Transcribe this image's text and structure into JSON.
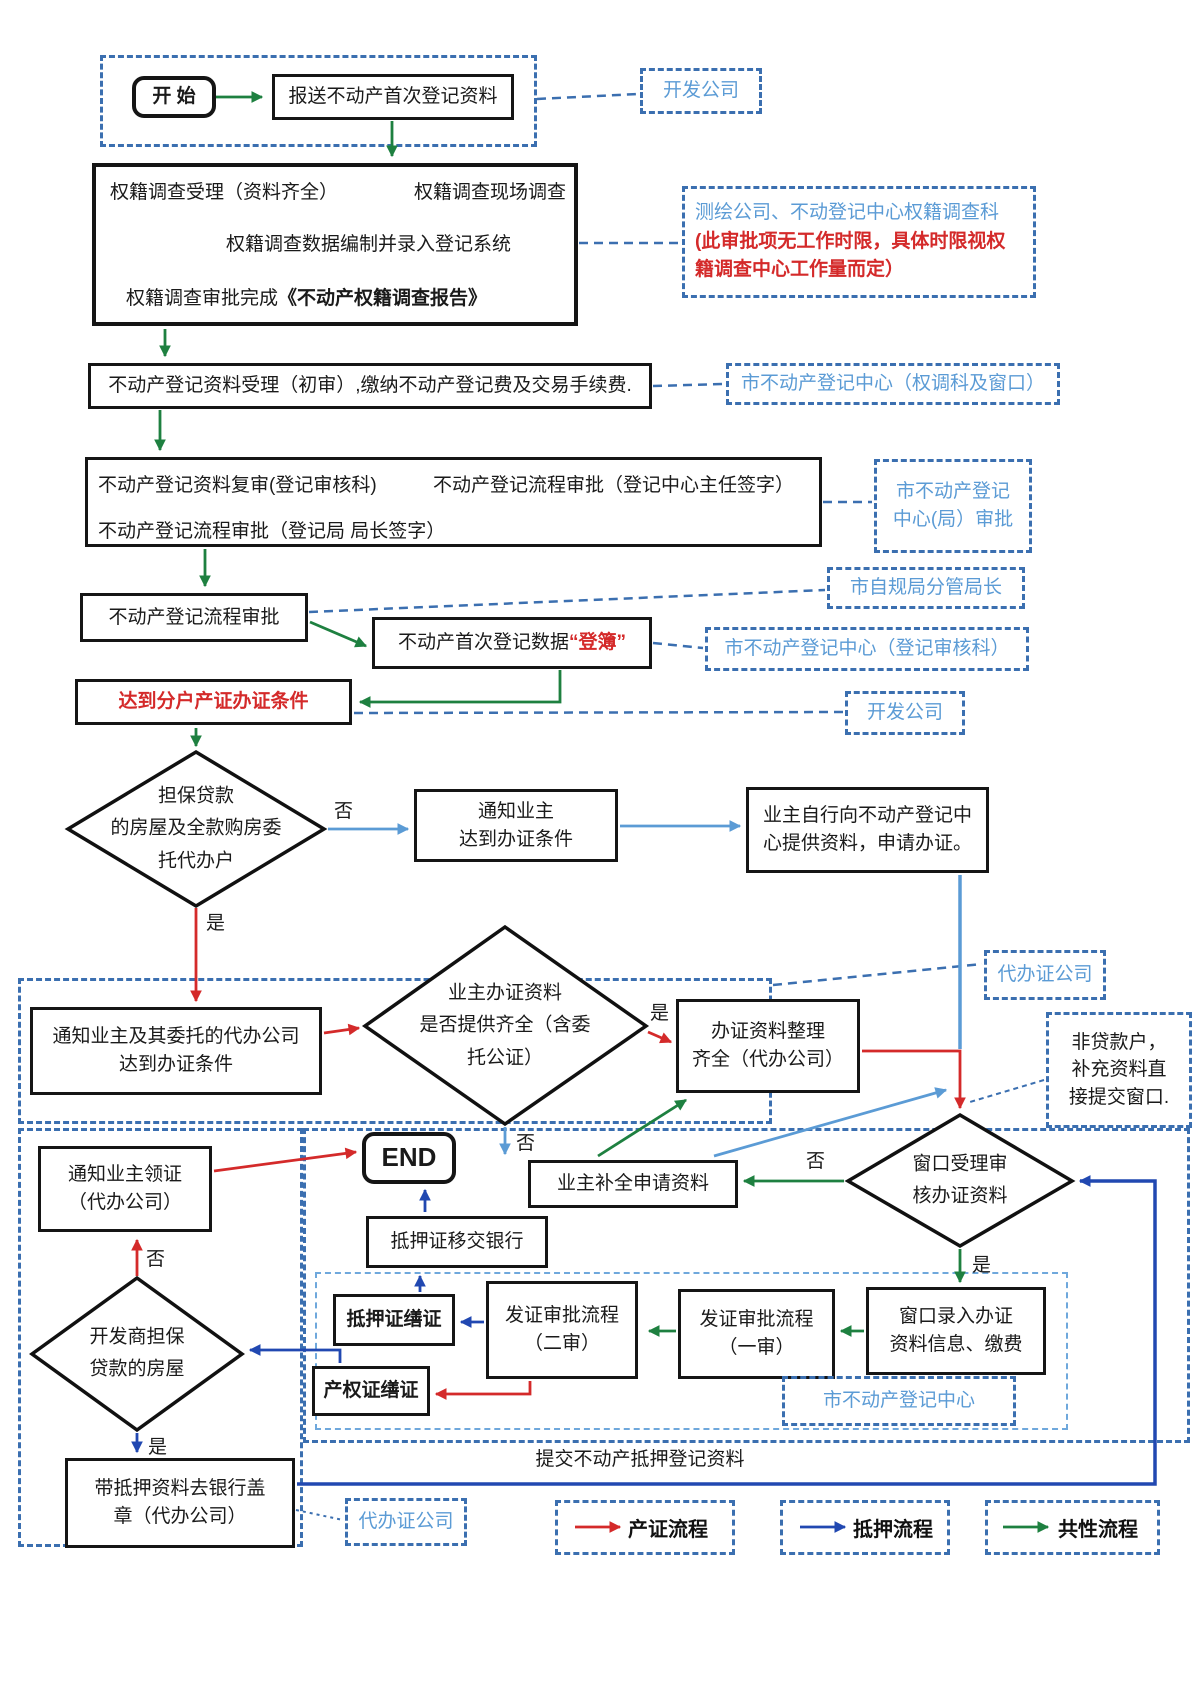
{
  "nodes": {
    "start": "开 始",
    "submit": "报送不动产首次登记资料",
    "survey": {
      "accept": "权籍调查受理（资料齐全）",
      "field": "权籍调查现场调查",
      "entry": "权籍调查数据编制并录入登记系统",
      "approve_prefix": "权籍调查审批完成",
      "approve_report": "《不动产权籍调查报告》"
    },
    "initial_review": "不动产登记资料受理（初审）,缴纳不动产登记费及交易手续费.",
    "second_review": {
      "line1a": "不动产登记资料复审(登记审核科)",
      "line1b": "不动产登记流程审批（登记中心主任签字）",
      "line2": "不动产登记流程审批（登记局  局长签字）"
    },
    "process_approval": "不动产登记流程审批",
    "register": {
      "prefix": "不动产首次登记数据",
      "highlight": "“登簿”"
    },
    "ready": "达到分户产证办证条件",
    "d_loan": {
      "l1": "担保贷款",
      "l2": "的房屋及全款购房委",
      "l3": "托代办户"
    },
    "notify_owner": {
      "l1": "通知业主",
      "l2": "达到办证条件"
    },
    "owner_self": {
      "l1": "业主自行向不动产登记中",
      "l2": "心提供资料，申请办证。"
    },
    "notify_agent": {
      "l1": "通知业主及其委托的代办公司",
      "l2": "达到办证条件"
    },
    "d_materials": {
      "l1": "业主办证资料",
      "l2": "是否提供齐全（含委",
      "l3": "托公证）"
    },
    "organize": {
      "l1": "办证资料整理",
      "l2": "齐全（代办公司）"
    },
    "nonloan": {
      "l1": "非贷款户，",
      "l2": "补充资料直",
      "l3": "接提交窗口."
    },
    "supplement": "业主补全申请资料",
    "d_window": {
      "l1": "窗口受理审",
      "l2": "核办证资料"
    },
    "window_entry": {
      "l1": "窗口录入办证",
      "l2": "资料信息、缴费"
    },
    "issue1": {
      "l1": "发证审批流程",
      "l2": "（一审）"
    },
    "issue2": {
      "l1": "发证审批流程",
      "l2": "（二审）"
    },
    "mortgage_cert": "抵押证缮证",
    "property_cert": "产权证缮证",
    "mortgage_transfer": "抵押证移交银行",
    "end": "END",
    "notify_pickup": {
      "l1": "通知业主领证",
      "l2": "（代办公司）"
    },
    "d_developer": {
      "l1": "开发商担保",
      "l2": "贷款的房屋"
    },
    "bank_seal": {
      "l1": "带抵押资料去银行盖",
      "l2": "章（代办公司）"
    },
    "submit_mortgage": "提交不动产抵押登记资料"
  },
  "annotations": {
    "developer_top": "开发公司",
    "survey_org": "测绘公司、不动登记中心权籍调查科",
    "survey_note1": "(此审批项无工作时限，具体时限视权",
    "survey_note2": "籍调查中心工作量而定）",
    "center_window": "市不动产登记中心（权调科及窗口）",
    "center_bureau": {
      "l1": "市不动产登记",
      "l2": "中心(局）审批"
    },
    "bureau_chief": "市自规局分管局长",
    "center_review": "市不动产登记中心（登记审核科）",
    "developer_mid": "开发公司",
    "agent_mid": "代办证公司",
    "center_bottom": "市不动产登记中心",
    "agent_bottom": "代办证公司"
  },
  "labels": {
    "no_d1": "否",
    "yes_d1": "是",
    "yes_d2": "是",
    "no_d2": "否",
    "no_d3": "否",
    "yes_d3": "是",
    "no_d4": "否",
    "yes_d4": "是"
  },
  "legend": [
    {
      "label": "产证流程",
      "color": "#d42a2a"
    },
    {
      "label": "抵押流程",
      "color": "#2148b1"
    },
    {
      "label": "共性流程",
      "color": "#1e8040"
    }
  ],
  "colors": {
    "common_flow_green": "#1e8040",
    "cert_flow_red": "#d42a2a",
    "mortgage_flow_blue": "#2148b1",
    "owner_flow_lightblue": "#5b9bd5",
    "region_border_blue": "#3b6fb0",
    "annotation_text_blue": "#5b9bd5",
    "note_red": "#d42a2a",
    "highlight_red": "#e02020"
  }
}
